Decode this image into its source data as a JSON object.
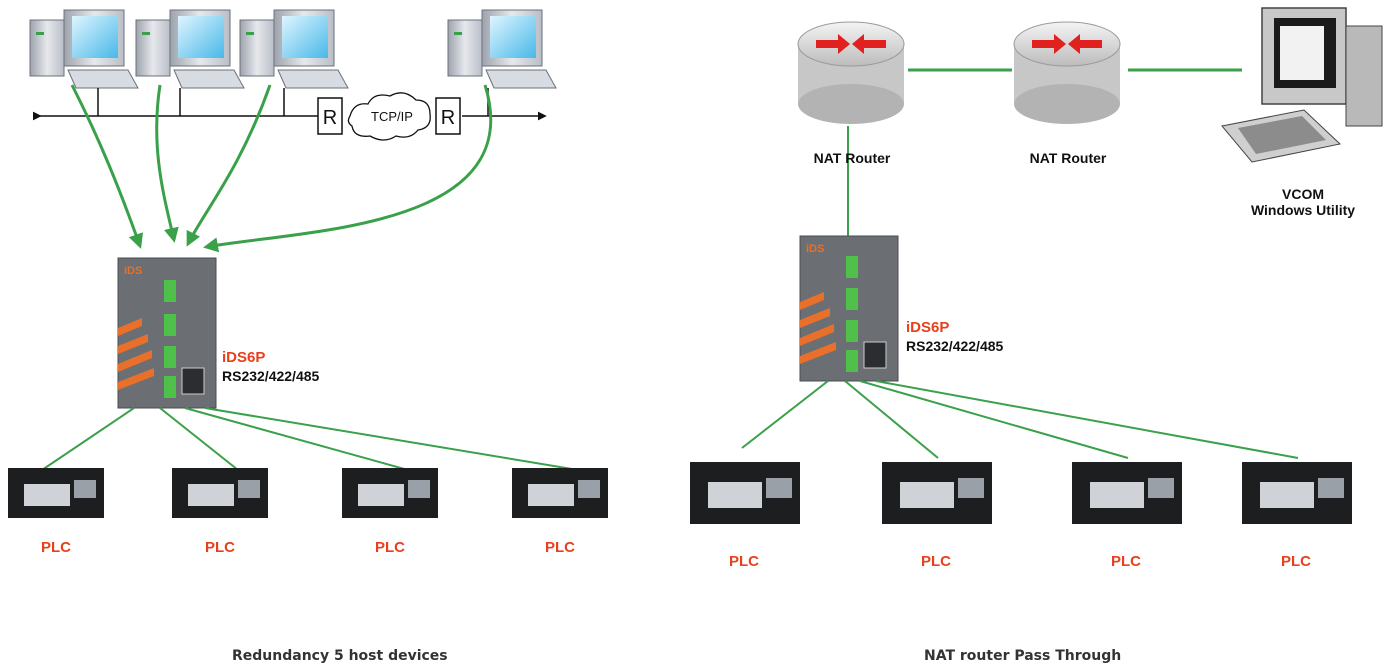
{
  "left_diagram": {
    "network_label": "TCP/IP",
    "router_label": "R",
    "device_name": "iDS6P",
    "device_ports": "RS232/422/485",
    "plc_label": "PLC",
    "caption": "Redundancy 5 host devices"
  },
  "right_diagram": {
    "router1_label": "NAT Router",
    "router2_label": "NAT Router",
    "vcom_label_line1": "VCOM",
    "vcom_label_line2": "Windows Utility",
    "device_name": "iDS6P",
    "device_ports": "RS232/422/485",
    "plc_label": "PLC",
    "caption": "NAT router Pass Through"
  },
  "colors": {
    "link_green": "#3aa04a",
    "label_red": "#e8401c",
    "device_body": "#6b6e72",
    "accent_orange": "#e8702a"
  }
}
